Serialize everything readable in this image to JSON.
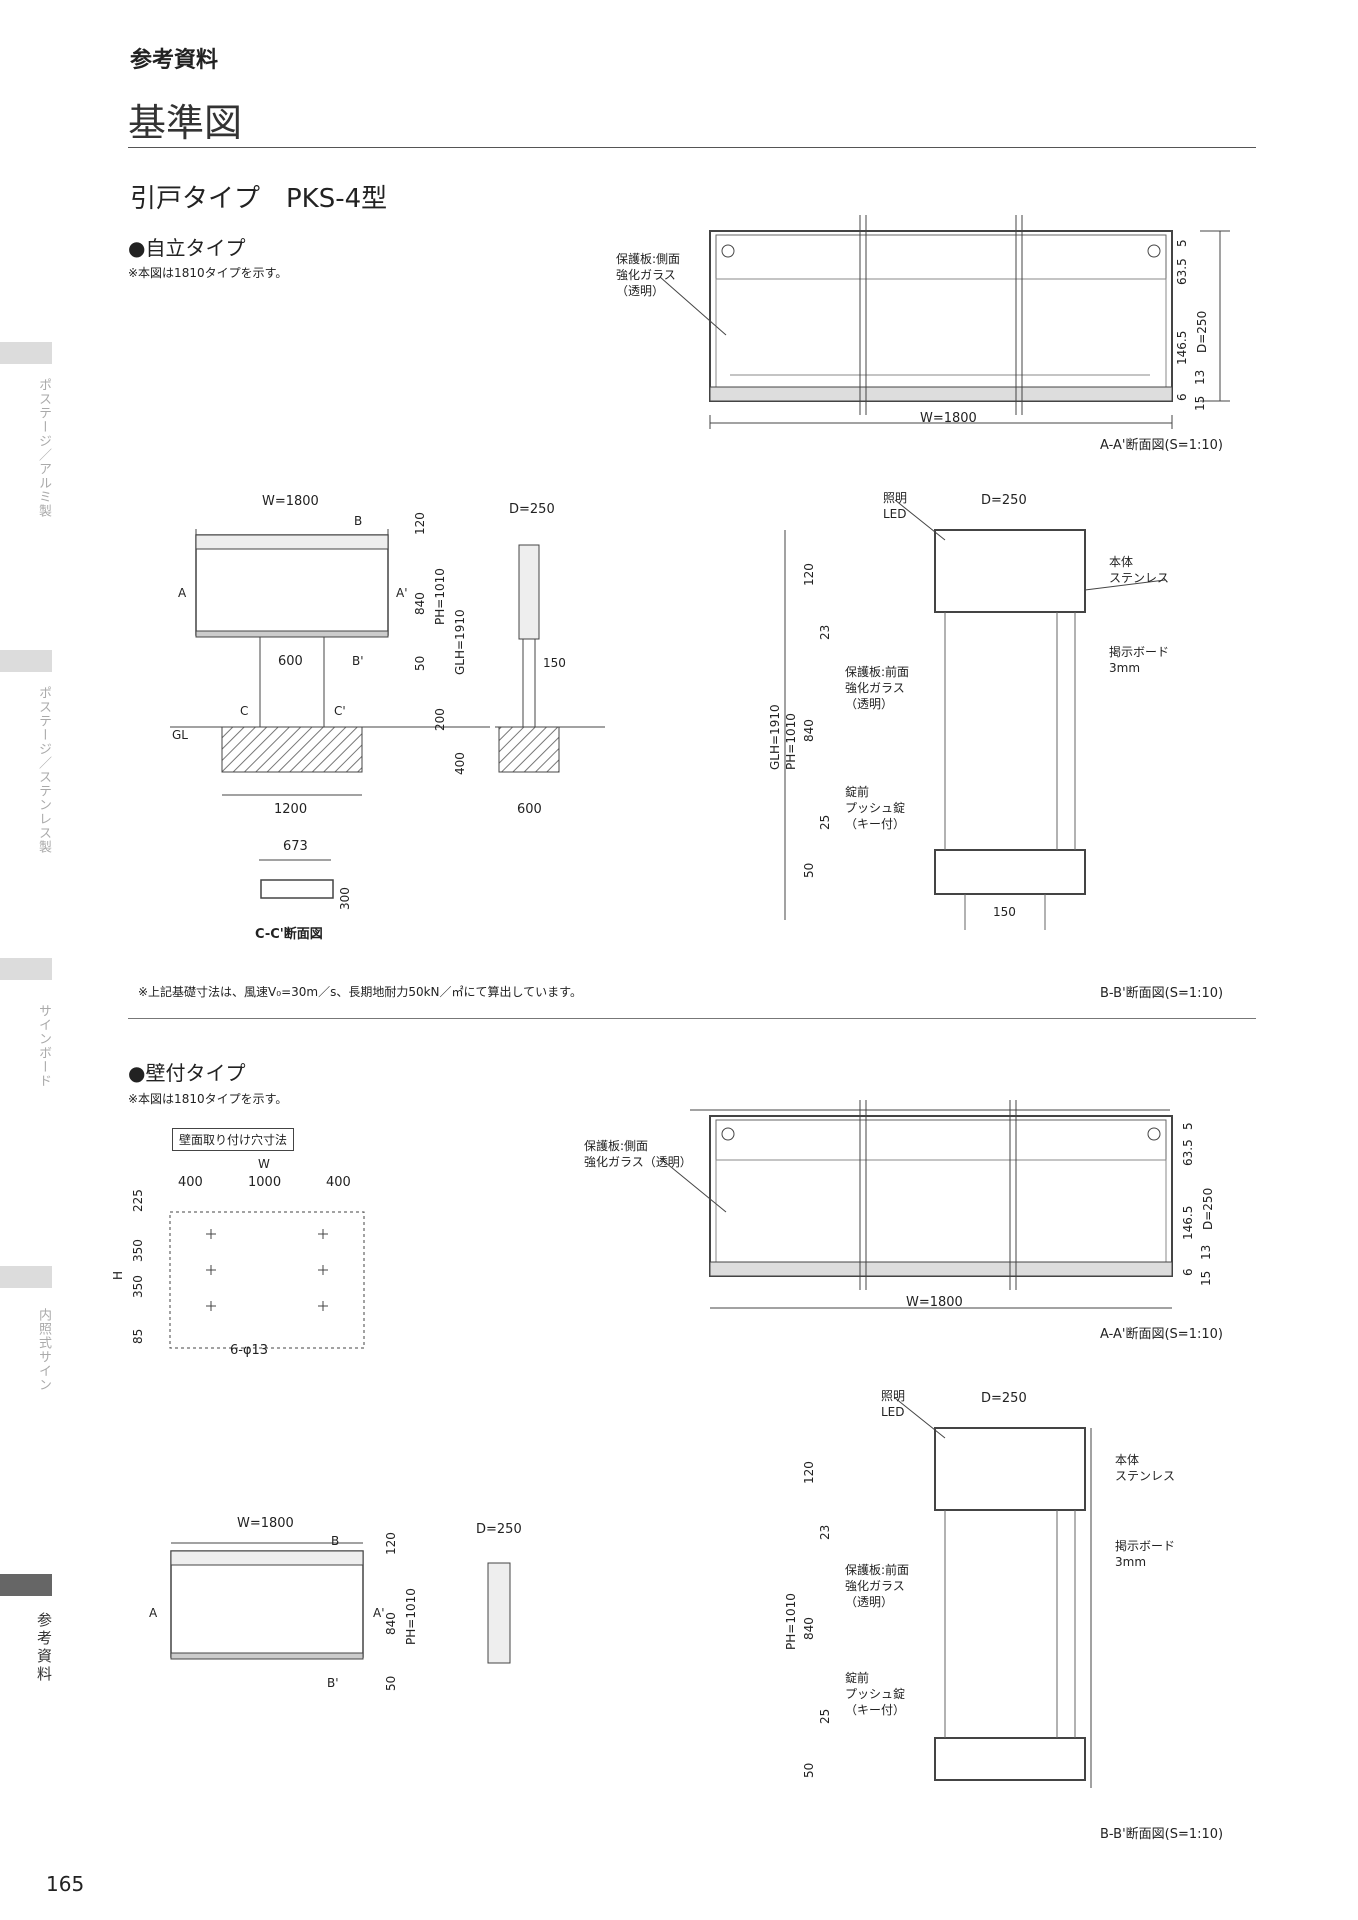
{
  "header": {
    "category": "参考資料",
    "title": "基準図"
  },
  "product_type": "引戸タイプ　PKS-4型",
  "sidebar": [
    {
      "label": "ポステージ／アルミ製",
      "active": false
    },
    {
      "label": "ポステージ／ステンレス製",
      "active": false
    },
    {
      "label": "サインボード",
      "active": false
    },
    {
      "label": "内照式サイン",
      "active": false
    },
    {
      "label": "参考資料",
      "active": true
    }
  ],
  "freestanding": {
    "title": "●自立タイプ",
    "note": "※本図は1810タイプを示す。",
    "aa_section": {
      "caption": "A-A'断面図(S=1:10)",
      "callout": [
        "保護板:側面",
        "強化ガラス",
        "（透明）"
      ],
      "dims": {
        "w": "W=1800",
        "d": "D=250",
        "d1": "5",
        "d2": "63.5",
        "d3": "146.5",
        "d4": "13",
        "d5": "6",
        "d6": "15"
      }
    },
    "front": {
      "w": "W=1800",
      "b": "B",
      "b2": "B'",
      "a": "A",
      "a2": "A'",
      "c": "C",
      "c2": "C'",
      "h120": "120",
      "h840": "840",
      "h50": "50",
      "ph": "PH=1010",
      "glh": "GLH=1910",
      "post": "600",
      "gl": "GL",
      "h200": "200",
      "h400": "400",
      "base": "1200"
    },
    "side": {
      "d": "D=250",
      "p150": "150",
      "base": "600"
    },
    "cc_section": {
      "caption": "C-C'断面図",
      "w": "673",
      "h": "300"
    },
    "foundation_note": "※上記基礎寸法は、風速V₀=30m／s、長期地耐力50kN／㎡にて算出しています。",
    "bb_section": {
      "caption": "B-B'断面図(S=1:10)",
      "light": [
        "照明",
        "LED"
      ],
      "d": "D=250",
      "body": [
        "本体",
        "ステンレス"
      ],
      "board": [
        "掲示ボード",
        "3mm"
      ],
      "glass": [
        "保護板:前面",
        "強化ガラス",
        "（透明）"
      ],
      "lock": [
        "錠前",
        "プッシュ錠",
        "（キー付）"
      ],
      "dims": {
        "h120": "120",
        "h23": "23",
        "glh": "GLH=1910",
        "ph": "PH=1010",
        "h840": "840",
        "h25": "25",
        "h50": "50",
        "p150": "150"
      }
    }
  },
  "wall": {
    "title": "●壁付タイプ",
    "note": "※本図は1810タイプを示す。",
    "hole_label": "壁面取り付け穴寸法",
    "holes": {
      "w": "W",
      "h": "H",
      "x1": "400",
      "x2": "1000",
      "x3": "400",
      "y1": "225",
      "y2": "350",
      "y3": "350",
      "y4": "85",
      "holes": "6-φ13"
    },
    "aa_section": {
      "caption": "A-A'断面図(S=1:10)",
      "callout": [
        "保護板:側面",
        "強化ガラス（透明）"
      ],
      "dims": {
        "w": "W=1800",
        "d": "D=250",
        "d1": "5",
        "d2": "63.5",
        "d3": "146.5",
        "d4": "13",
        "d5": "6",
        "d6": "15"
      }
    },
    "front": {
      "w": "W=1800",
      "b": "B",
      "b2": "B'",
      "a": "A",
      "a2": "A'",
      "h120": "120",
      "h840": "840",
      "h50": "50",
      "ph": "PH=1010"
    },
    "side": {
      "d": "D=250"
    },
    "bb_section": {
      "caption": "B-B'断面図(S=1:10)",
      "light": [
        "照明",
        "LED"
      ],
      "d": "D=250",
      "body": [
        "本体",
        "ステンレス"
      ],
      "board": [
        "掲示ボード",
        "3mm"
      ],
      "glass": [
        "保護板:前面",
        "強化ガラス",
        "（透明）"
      ],
      "lock": [
        "錠前",
        "プッシュ錠",
        "（キー付）"
      ],
      "dims": {
        "h120": "120",
        "h23": "23",
        "ph": "PH=1010",
        "h840": "840",
        "h25": "25",
        "h50": "50"
      }
    }
  },
  "page_number": "165"
}
